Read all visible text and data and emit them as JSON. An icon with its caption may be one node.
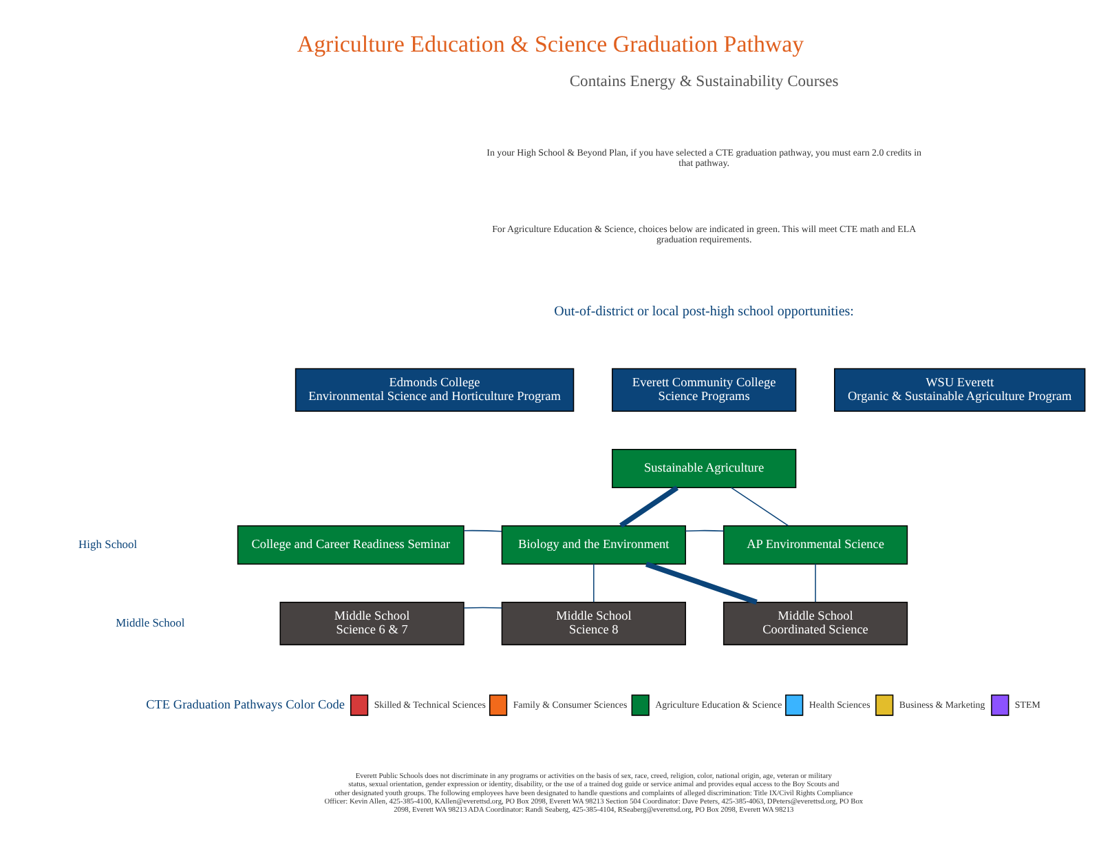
{
  "diagram": {
    "title": "Agriculture Education & Science Graduation Pathway",
    "nodes": [
      {
        "text": [
          "Edmonds College",
          "Environmental Science and Horticulture Program"
        ]
      },
      {
        "text": [
          "Everett Community College",
          "Science Programs"
        ]
      },
      {
        "text": [
          "WSU Everett",
          "Organic & Sustainable Agriculture Program"
        ]
      },
      {
        "text": [
          "Sustainable Agriculture"
        ]
      },
      {
        "text": [
          "College and Career Readiness Seminar"
        ]
      },
      {
        "text": [
          "Biology and the Environment"
        ]
      },
      {
        "text": [
          "AP Environmental Science"
        ]
      },
      {
        "text": [
          "Middle School",
          "Science 6 & 7"
        ]
      },
      {
        "text": [
          "Middle School",
          "Science 8"
        ]
      },
      {
        "text": [
          "Middle School",
          "Coordinated Science"
        ]
      }
    ],
    "edges": [
      {
        "from": 3,
        "to": 5,
        "arrow": "none",
        "style": "thick"
      },
      {
        "from": 3,
        "to": 6,
        "arrow": "none"
      },
      {
        "from": 4,
        "to": 5,
        "arrow": "none"
      },
      {
        "from": 5,
        "to": 6,
        "arrow": "none"
      },
      {
        "from": 5,
        "to": 8,
        "arrow": "none"
      },
      {
        "from": 5,
        "to": 9,
        "arrow": "none",
        "style": "thick"
      },
      {
        "from": 6,
        "to": 9,
        "arrow": "none"
      },
      {
        "from": 7,
        "to": 8,
        "arrow": "none"
      }
    ],
    "labels": [
      "Contains Energy & Sustainability Courses",
      "In your High School & Beyond Plan, if you have selected a CTE graduation pathway, you must earn 2.0 credits in that pathway.",
      "For Agriculture Education & Science, choices below are indicated in green. This will meet CTE math and ELA graduation requirements.",
      "Out-of-district or local post-high school opportunities:",
      "High School",
      "Middle School",
      "CTE Graduation Pathways Color Code",
      "Everett Public Schools does not discriminate in any programs or activities on the basis of sex, race, creed, religion, color, national origin, age, veteran or military status, sexual orientation, gender expression or identity, disability, or the use of a trained dog guide or service animal and provides equal access to the Boy Scouts and other designated youth groups. The following employees have been designated to handle questions and complaints of alleged discrimination: Title IX/Civil Rights Compliance Officer: Kevin Allen, 425-385-4100, KAllen@everettsd.org, PO Box 2098, Everett WA 98213 Section 504 Coordinator: Dave Peters, 425-385-4063, DPeters@everettsd.org, PO Box 2098, Everett WA 98213 ADA Coordinator: Randi Seaberg, 425-385-4104, RSeaberg@everettsd.org, PO Box 2098, Everett WA 98213"
    ],
    "legend": [
      {
        "text": "Skilled & Technical Sciences",
        "color": "#d63a3a"
      },
      {
        "text": "Family & Consumer Sciences",
        "color": "#f26a1b"
      },
      {
        "text": "Agriculture Education & Science",
        "color": "#007f3a"
      },
      {
        "text": "Health Sciences",
        "color": "#3ab4ff"
      },
      {
        "text": "Business & Marketing",
        "color": "#e3bd2b"
      },
      {
        "text": "STEM",
        "color": "#8c52ff"
      }
    ]
  }
}
